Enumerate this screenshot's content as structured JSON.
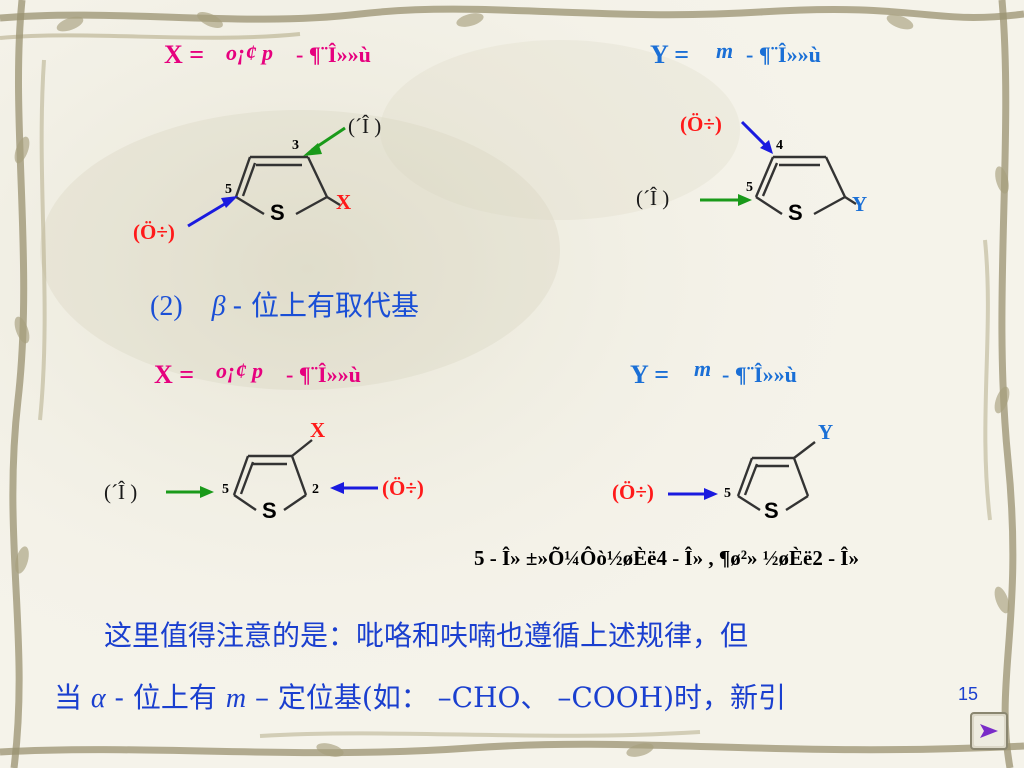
{
  "top_left": {
    "eq_lhs": "X =",
    "eq_italic": "o¡¢ p",
    "eq_rest": "- ¶¨Î»»ù",
    "label_green": "(´Î )",
    "label_red": "(Ö÷)",
    "pos_3": "3",
    "pos_5": "5",
    "sulfur": "S",
    "substituent": "X"
  },
  "top_right": {
    "eq_lhs": "Y =",
    "eq_italic": "m",
    "eq_rest": "- ¶¨Î»»ù",
    "label_red": "(Ö÷)",
    "label_green": "(´Î )",
    "pos_4": "4",
    "pos_5": "5",
    "sulfur": "S",
    "substituent": "Y"
  },
  "section": {
    "number": "(2)",
    "symbol": "β",
    "text": "- 位上有取代基"
  },
  "bottom_left": {
    "eq_lhs": "X =",
    "eq_italic": "o¡¢ p",
    "eq_rest": "- ¶¨Î»»ù",
    "substituent": "X",
    "label_green": "(´Î )",
    "label_red": "(Ö÷)",
    "pos_5": "5",
    "pos_2": "2",
    "sulfur": "S"
  },
  "bottom_right": {
    "eq_lhs": "Y =",
    "eq_italic": "m",
    "eq_rest": "- ¶¨Î»»ù",
    "substituent": "Y",
    "label_red": "(Ö÷)",
    "pos_5": "5",
    "sulfur": "S",
    "note": "5 - Î» ±»Õ¼Ôò½øÈë4 - Î» , ¶ø²» ½øÈë2 - Î»"
  },
  "paragraph": {
    "line1": "这里值得注意的是：吡咯和呋喃也遵循上述规律，但",
    "line2_a": "当",
    "line2_alpha": "α",
    "line2_b": "- 位上有",
    "line2_m": "m",
    "line2_c": " – 定位基(如： –CHO、 –COOH)时，新引"
  },
  "page_number": "15",
  "colors": {
    "pink": "#e6007e",
    "blue": "#1a6fd6",
    "red": "#ff1a1a",
    "arrow_green": "#1a9a1a",
    "arrow_blue": "#1a1adf",
    "text_blue": "#1a3fcf"
  },
  "icons": {
    "next_button": "next-arrow-icon"
  }
}
